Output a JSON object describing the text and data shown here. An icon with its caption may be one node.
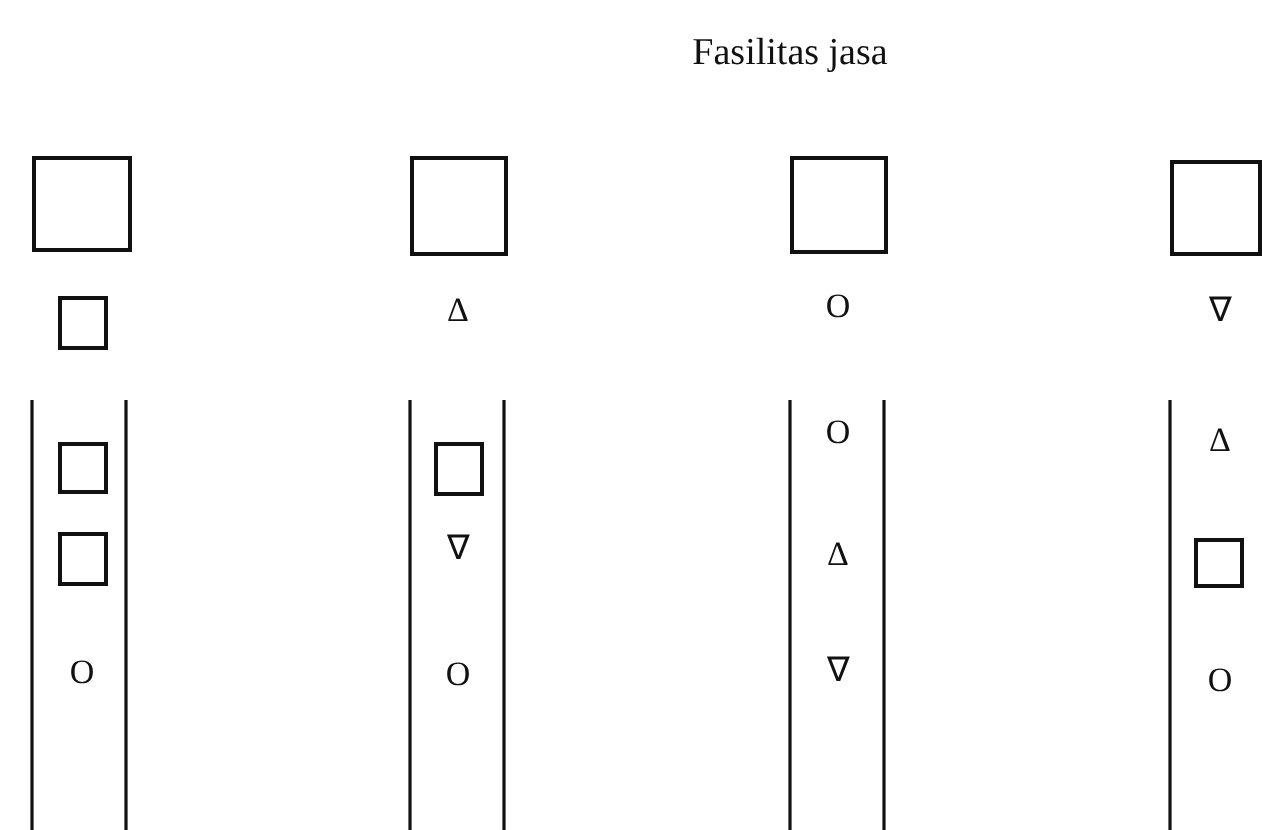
{
  "diagram": {
    "title": "Fasilitas jasa",
    "nodes": [
      {
        "text": [],
        "shape": "box"
      },
      {
        "text": [],
        "shape": "box"
      },
      {
        "text": [],
        "shape": "box"
      },
      {
        "text": [],
        "shape": "box"
      },
      {
        "text": [],
        "shape": "box"
      },
      {
        "text": [],
        "shape": "box"
      },
      {
        "text": [],
        "shape": "box"
      },
      {
        "text": [],
        "shape": "box"
      },
      {
        "text": [],
        "shape": "box"
      }
    ],
    "labels": [
      "Δ",
      "O",
      "∇",
      "O",
      "Δ",
      "∇",
      "Δ",
      "O",
      "O",
      "∇",
      "O"
    ]
  }
}
